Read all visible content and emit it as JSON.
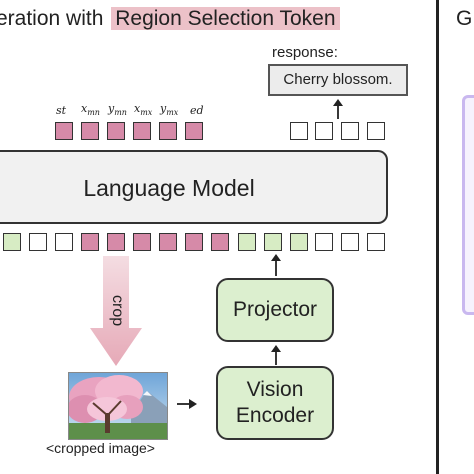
{
  "title": {
    "prefix": "eration with",
    "highlight": "Region Selection Token"
  },
  "right_panel": {
    "letter": "G"
  },
  "response": {
    "label": "response:",
    "text": "Cherry blossom."
  },
  "token_labels": [
    "st",
    "x",
    "y",
    "x",
    "y",
    "ed"
  ],
  "token_label_subs": [
    "",
    "mn",
    "mn",
    "mx",
    "mx",
    ""
  ],
  "language_model": {
    "label": "Language Model"
  },
  "projector": {
    "label": "Projector"
  },
  "vision_encoder": {
    "line1": "Vision",
    "line2": "Encoder"
  },
  "crop": {
    "label": "crop"
  },
  "cropped_image": {
    "caption": "<cropped image>"
  },
  "colors": {
    "region_token": "#d68aa8",
    "visual_token": "#d7ecc4",
    "highlight": "#ecc1c8",
    "module_fill": "#dcefcf",
    "right_panel_border": "#c9b8ef"
  },
  "icons": [
    "arrow-up-icon",
    "arrow-right-icon",
    "crop-arrow-icon",
    "cherry-blossom-image"
  ]
}
